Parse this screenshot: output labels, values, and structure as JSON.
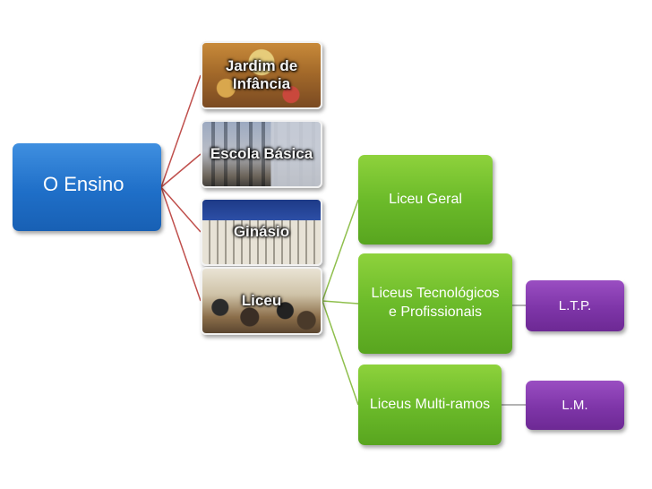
{
  "root": {
    "label": "O Ensino"
  },
  "levels": [
    {
      "label": "Jardim de Infância"
    },
    {
      "label": "Escola Básica"
    },
    {
      "label": "Ginásio"
    },
    {
      "label": "Liceu"
    }
  ],
  "liceu_types": [
    {
      "label": "Liceu Geral"
    },
    {
      "label": "Liceus Tecnológicos e Profissionais"
    },
    {
      "label": "Liceus Multi-ramos"
    }
  ],
  "sub_types": [
    {
      "label": "L.T.P."
    },
    {
      "label": "L.M."
    }
  ],
  "colors": {
    "root": "#1f6fc8",
    "connector_root": "#c0504d",
    "connector_liceu": "#8fbf4d",
    "connector_sub": "#7f7f7f",
    "green_node": "#6cbb2a",
    "purple_node": "#7e35a8"
  }
}
